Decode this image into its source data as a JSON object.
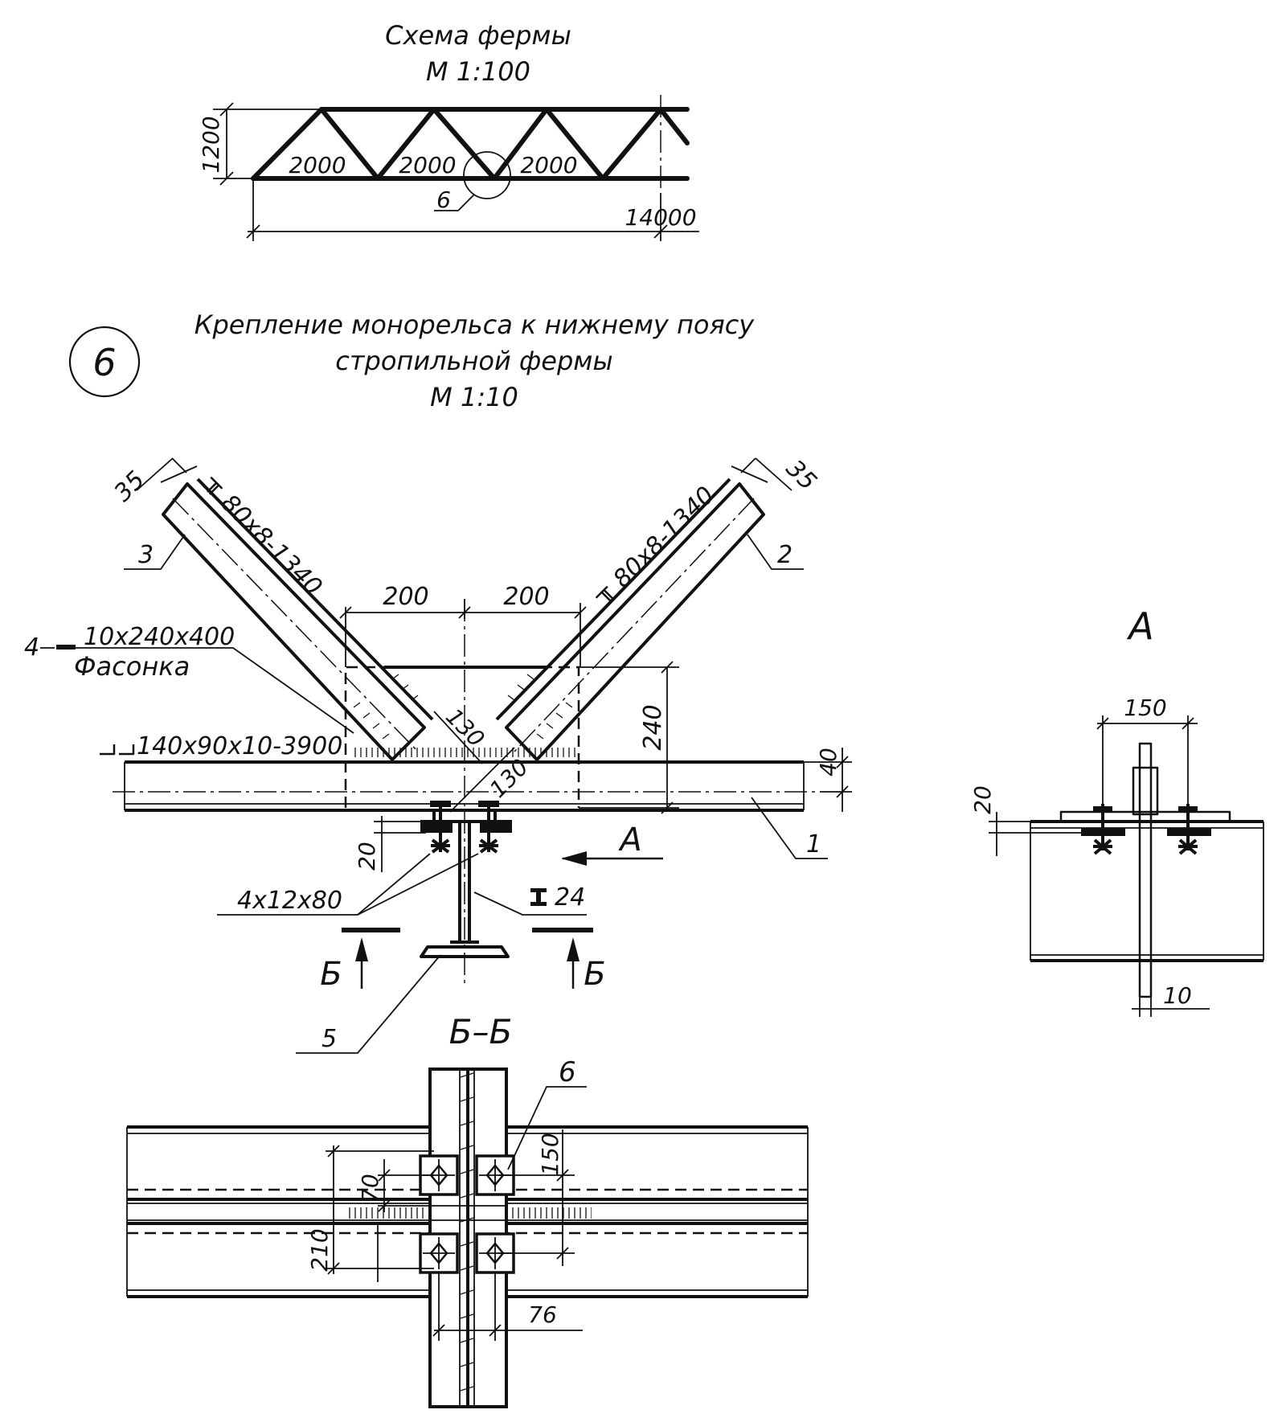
{
  "scheme": {
    "title": "Схема фермы",
    "scale": "М 1:100",
    "height_dim": "1200",
    "panels": [
      "2000",
      "2000",
      "2000"
    ],
    "span_dim": "14000",
    "callout": "6"
  },
  "detail": {
    "marker": "6",
    "title_line1": "Крепление монорельса к нижнему поясу",
    "title_line2": "стропильной фермы",
    "scale": "М 1:10",
    "brace_left_profile": "80х8-1340",
    "brace_right_profile": "80х8-1340",
    "dim_35_left": "35",
    "dim_35_right": "35",
    "dim_200_left": "200",
    "dim_200_right": "200",
    "dim_240": "240",
    "dim_130_a": "130",
    "dim_130_b": "130",
    "dim_40": "40",
    "dim_20": "20",
    "gusset_number": "4",
    "gusset_size": "10х240х400",
    "gusset_name": "Фасонка",
    "chord_profile": "140х90х10-3900",
    "bolts": "4х12х80",
    "ibeam": "24",
    "view_arrow": "А",
    "section_left": "Б",
    "section_right": "Б",
    "pos_1": "1",
    "pos_2": "2",
    "pos_3": "3",
    "pos_5": "5"
  },
  "view_a": {
    "title": "А",
    "dim_150": "150",
    "dim_20": "20",
    "dim_10": "10"
  },
  "section_bb": {
    "title": "Б–Б",
    "pos_6": "6",
    "dim_70": "70",
    "dim_150": "150",
    "dim_210": "210",
    "dim_76": "76"
  }
}
